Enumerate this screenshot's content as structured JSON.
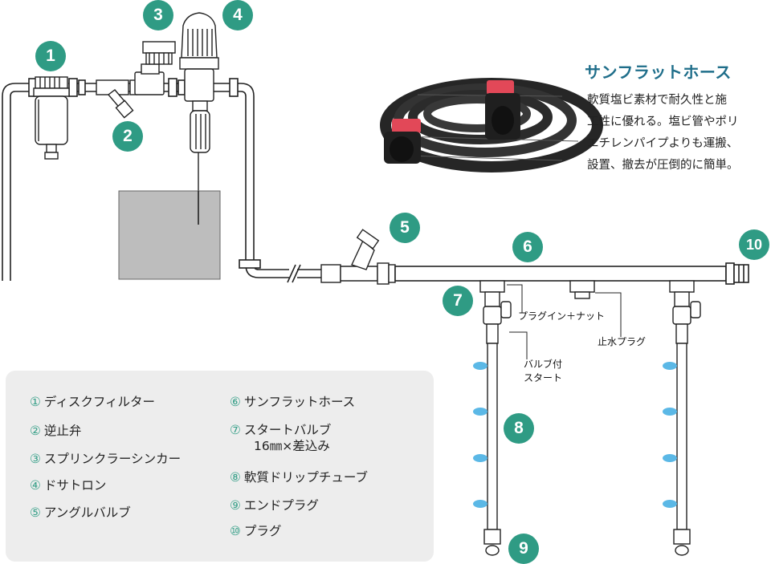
{
  "badges": [
    "1",
    "2",
    "3",
    "4",
    "5",
    "6",
    "7",
    "8",
    "9",
    "10"
  ],
  "callouts": {
    "plug_nut": "プラグイン＋ナット",
    "stop_plug": "止水プラグ",
    "valve_start_line1": "バルブ付",
    "valve_start_line2": "スタート"
  },
  "hose_panel": {
    "title": "サンフラットホース",
    "desc_lines": [
      "軟質塩ビ素材で耐久性と施",
      "工性に優れる。塩ビ管やポリ",
      "エチレンパイプよりも運搬、",
      "設置、撤去が圧倒的に簡単。"
    ]
  },
  "legend": {
    "left": [
      {
        "num": "①",
        "label": "ディスクフィルター"
      },
      {
        "num": "②",
        "label": "逆止弁"
      },
      {
        "num": "③",
        "label": "スプリンクラーシンカー"
      },
      {
        "num": "④",
        "label": "ドサトロン"
      },
      {
        "num": "⑤",
        "label": "アングルバルブ"
      }
    ],
    "right": [
      {
        "num": "⑥",
        "label": "サンフラットホース"
      },
      {
        "num": "⑦",
        "label": "スタートバルブ",
        "sub": "16㎜×差込み"
      },
      {
        "num": "⑧",
        "label": "軟質ドリップチューブ"
      },
      {
        "num": "⑨",
        "label": "エンドプラグ"
      },
      {
        "num": "⑩",
        "label": "プラグ"
      }
    ]
  },
  "colors": {
    "badge": "#2f9b84",
    "title": "#1f6e8a",
    "drip": "#5bb8e6",
    "legend_bg": "#ededed"
  }
}
